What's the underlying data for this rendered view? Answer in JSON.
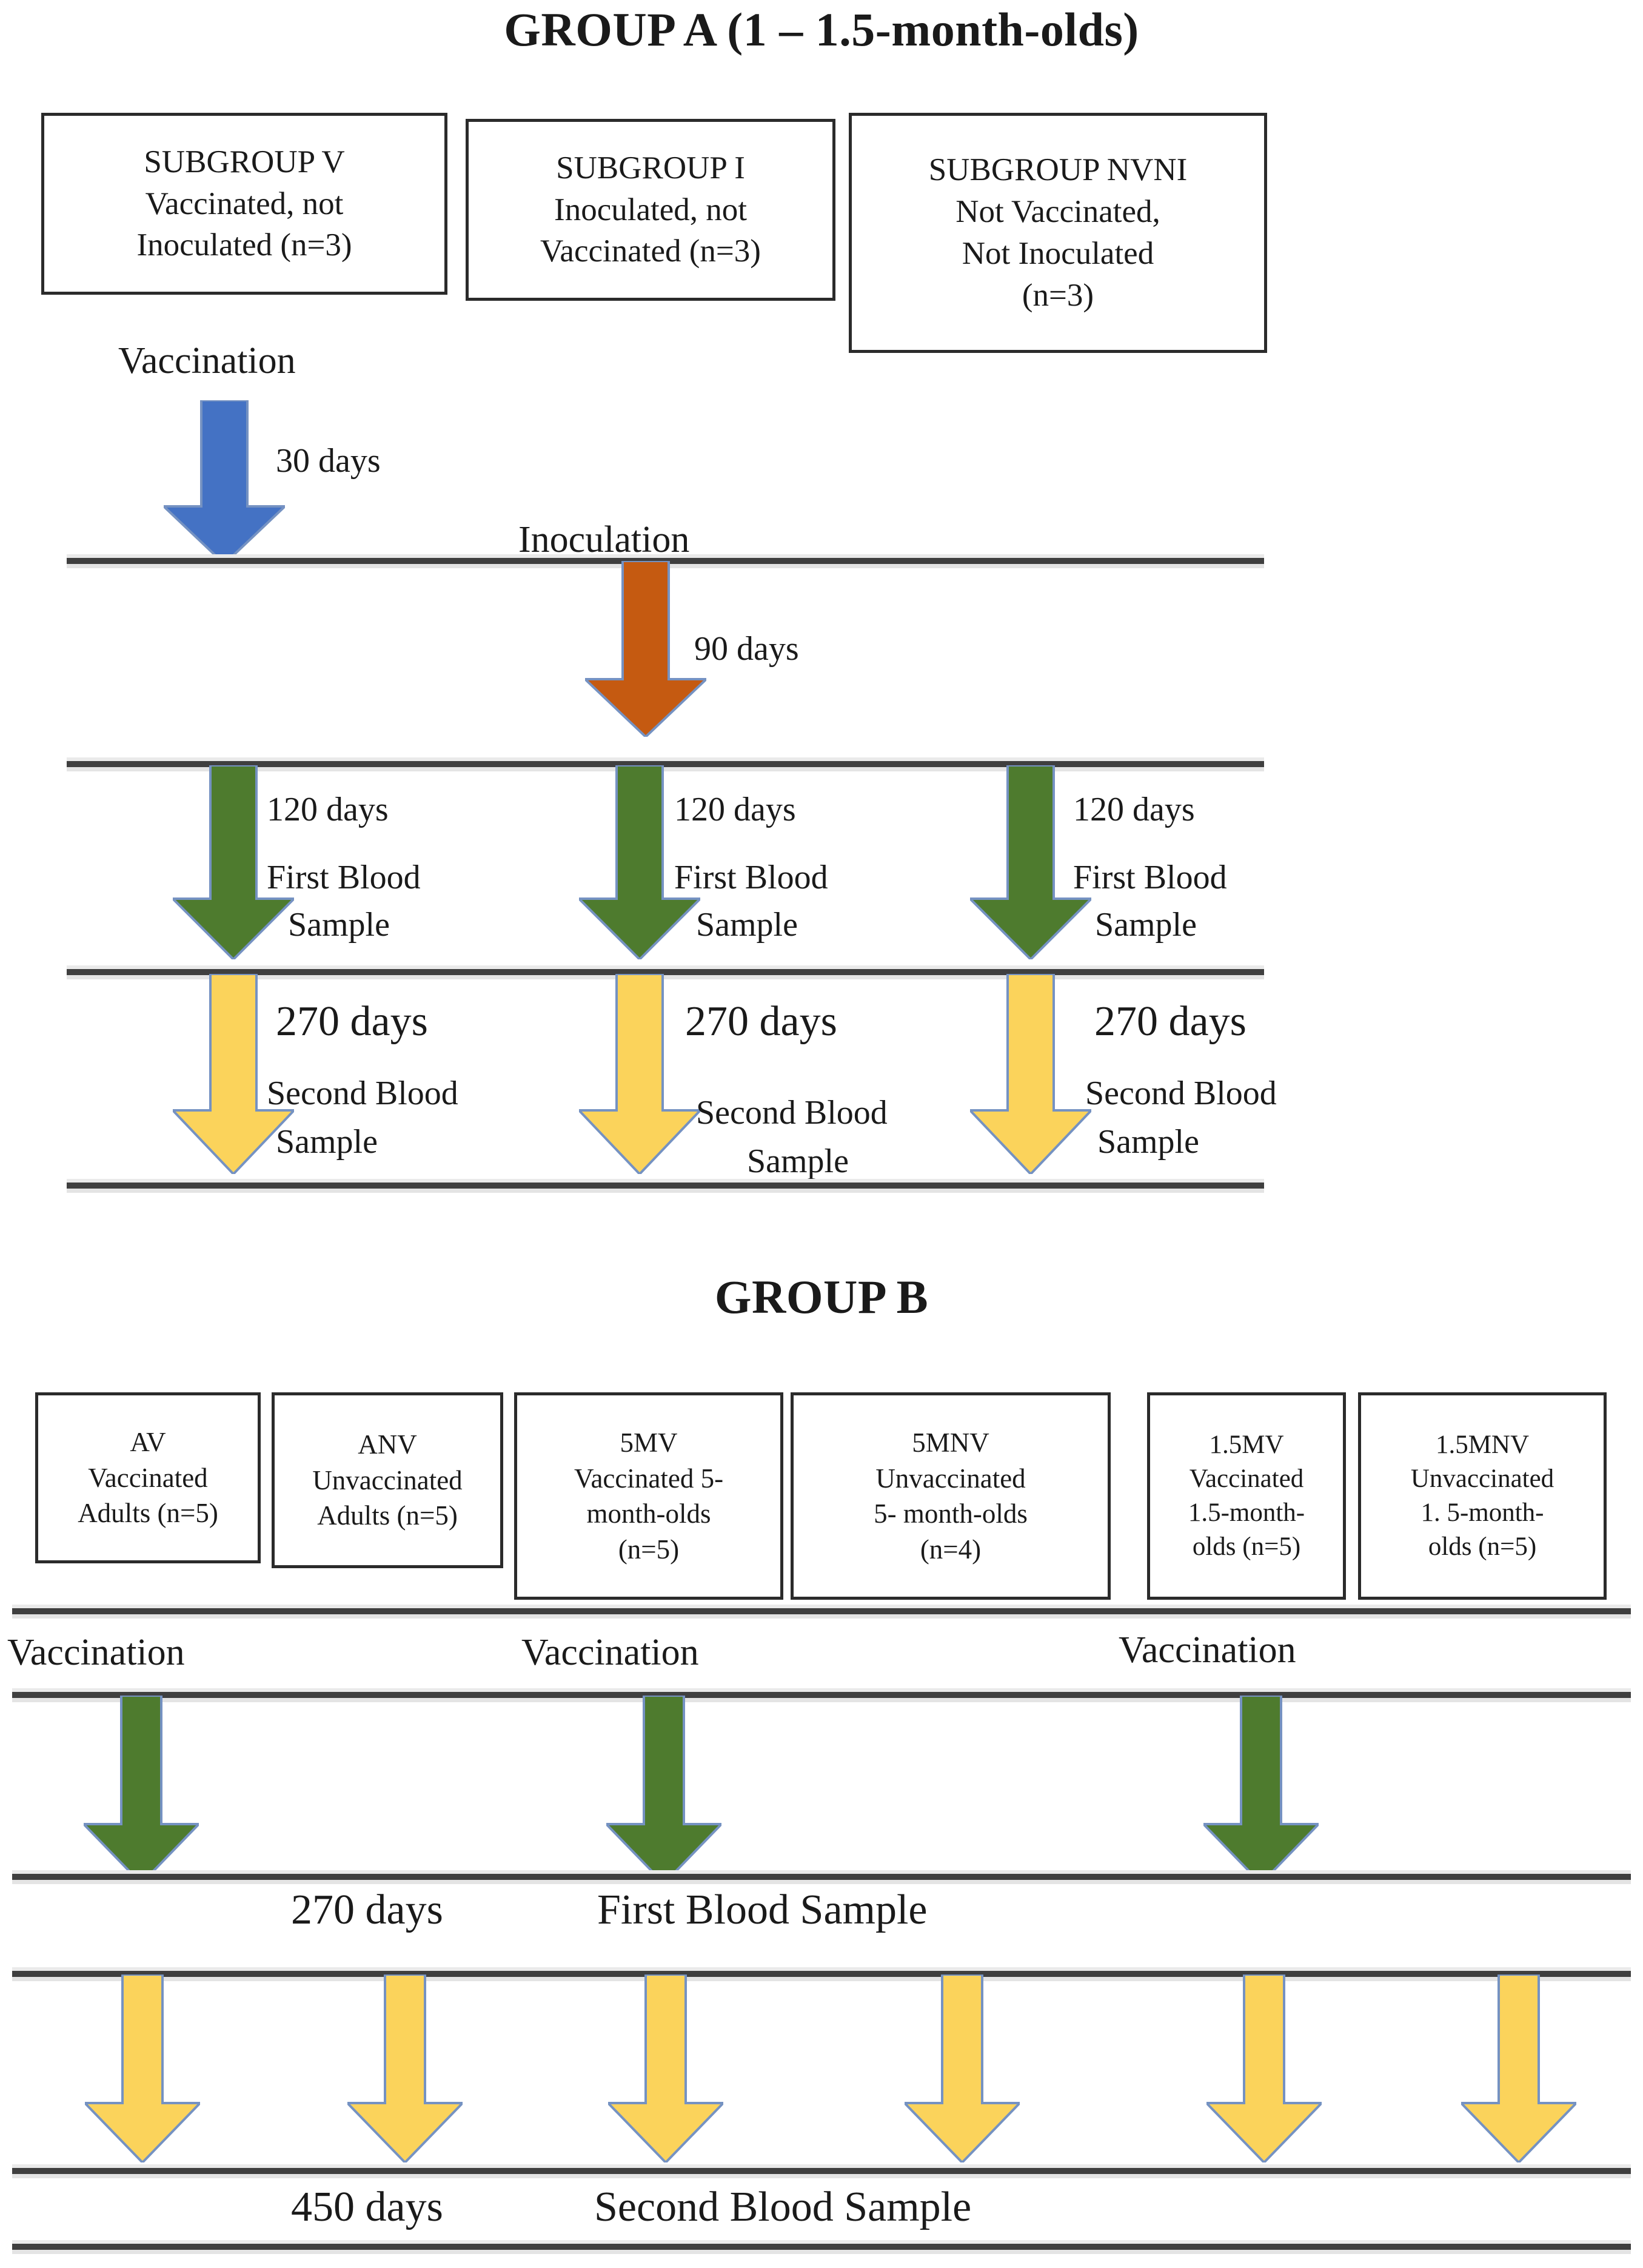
{
  "groupA": {
    "title": "GROUP A  (1 – 1.5-month-olds)",
    "boxes": [
      {
        "name": "subgroup-v",
        "lines": [
          "SUBGROUP V",
          "Vaccinated, not",
          "Inoculated (n=3)"
        ]
      },
      {
        "name": "subgroup-i",
        "lines": [
          "SUBGROUP I",
          "Inoculated, not",
          "Vaccinated (n=3)"
        ]
      },
      {
        "name": "subgroup-nvni",
        "lines": [
          "SUBGROUP NVNI",
          "Not Vaccinated,",
          "Not  Inoculated",
          "(n=3)"
        ]
      }
    ],
    "vaccination_label": "Vaccination",
    "vaccination_days": "30 days",
    "inoculation_label": "Inoculation",
    "inoculation_days": "90 days",
    "first_sample": {
      "days": "120 days",
      "line1": "First Blood",
      "line2": "Sample"
    },
    "second_sample": {
      "days": "270 days",
      "line1": "Second Blood",
      "line2": "Sample"
    },
    "colors": {
      "vaccination_arrow": "#4472C4",
      "inoculation_arrow": "#C55A11",
      "first_sample_arrow": "#4E7B2E",
      "second_sample_arrow": "#FBD35B",
      "arrow_outline": "#7592C2",
      "rule": "#3f3f3f",
      "box_border": "#2b2b2b"
    }
  },
  "groupB": {
    "title": "GROUP B",
    "boxes": [
      {
        "name": "av",
        "lines": [
          "AV",
          "Vaccinated",
          "Adults (n=5)"
        ]
      },
      {
        "name": "anv",
        "lines": [
          "ANV",
          "Unvaccinated",
          "Adults (n=5)"
        ]
      },
      {
        "name": "5mv",
        "lines": [
          "5MV",
          "Vaccinated 5-",
          "month-olds",
          "(n=5)"
        ]
      },
      {
        "name": "5mnv",
        "lines": [
          "5MNV",
          "Unvaccinated",
          "5-  month-olds",
          "(n=4)"
        ]
      },
      {
        "name": "1-5mv",
        "lines": [
          "1.5MV",
          "Vaccinated",
          "1.5-month-",
          "olds (n=5)"
        ]
      },
      {
        "name": "1-5mnv",
        "lines": [
          "1.5MNV",
          "Unvaccinated",
          "1. 5-month-",
          "olds (n=5)"
        ]
      }
    ],
    "vaccination_labels": [
      "Vaccination",
      "Vaccination",
      "Vaccination"
    ],
    "first_sample": {
      "days": "270 days",
      "label": "First Blood Sample"
    },
    "second_sample": {
      "days": "450 days",
      "label": "Second Blood Sample"
    },
    "colors": {
      "vaccination_arrow": "#4E7B2E",
      "sample_arrow": "#FBD35B",
      "arrow_outline": "#7592C2",
      "rule": "#3f3f3f"
    }
  },
  "chart_data": {
    "type": "diagram",
    "title": "Experimental timeline flow diagram",
    "groups": [
      {
        "name": "GROUP A  (1 – 1.5-month-olds)",
        "cohorts": [
          {
            "code": "SUBGROUP V",
            "description": "Vaccinated, not Inoculated",
            "n": 3
          },
          {
            "code": "SUBGROUP I",
            "description": "Inoculated, not Vaccinated",
            "n": 3
          },
          {
            "code": "SUBGROUP NVNI",
            "description": "Not Vaccinated, Not Inoculated",
            "n": 3
          }
        ],
        "timeline": [
          {
            "event": "Vaccination",
            "interval_days": 30,
            "arrow_color": "#4472C4"
          },
          {
            "event": "Inoculation",
            "interval_days": 90,
            "arrow_color": "#C55A11"
          },
          {
            "event": "First Blood Sample",
            "interval_days": 120,
            "arrow_color": "#4E7B2E"
          },
          {
            "event": "Second Blood Sample",
            "interval_days": 270,
            "arrow_color": "#FBD35B"
          }
        ]
      },
      {
        "name": "GROUP B",
        "cohorts": [
          {
            "code": "AV",
            "description": "Vaccinated Adults",
            "n": 5
          },
          {
            "code": "ANV",
            "description": "Unvaccinated Adults",
            "n": 5
          },
          {
            "code": "5MV",
            "description": "Vaccinated 5-month-olds",
            "n": 5
          },
          {
            "code": "5MNV",
            "description": "Unvaccinated 5-month-olds",
            "n": 4
          },
          {
            "code": "1.5MV",
            "description": "Vaccinated 1.5-month-olds",
            "n": 5
          },
          {
            "code": "1.5MNV",
            "description": "Unvaccinated 1.5-month-olds",
            "n": 5
          }
        ],
        "timeline": [
          {
            "event": "Vaccination",
            "interval_days": null,
            "arrow_color": "#4E7B2E"
          },
          {
            "event": "First Blood Sample",
            "interval_days": 270,
            "arrow_color": "#FBD35B"
          },
          {
            "event": "Second Blood Sample",
            "interval_days": 450,
            "arrow_color": "#FBD35B"
          }
        ]
      }
    ]
  }
}
